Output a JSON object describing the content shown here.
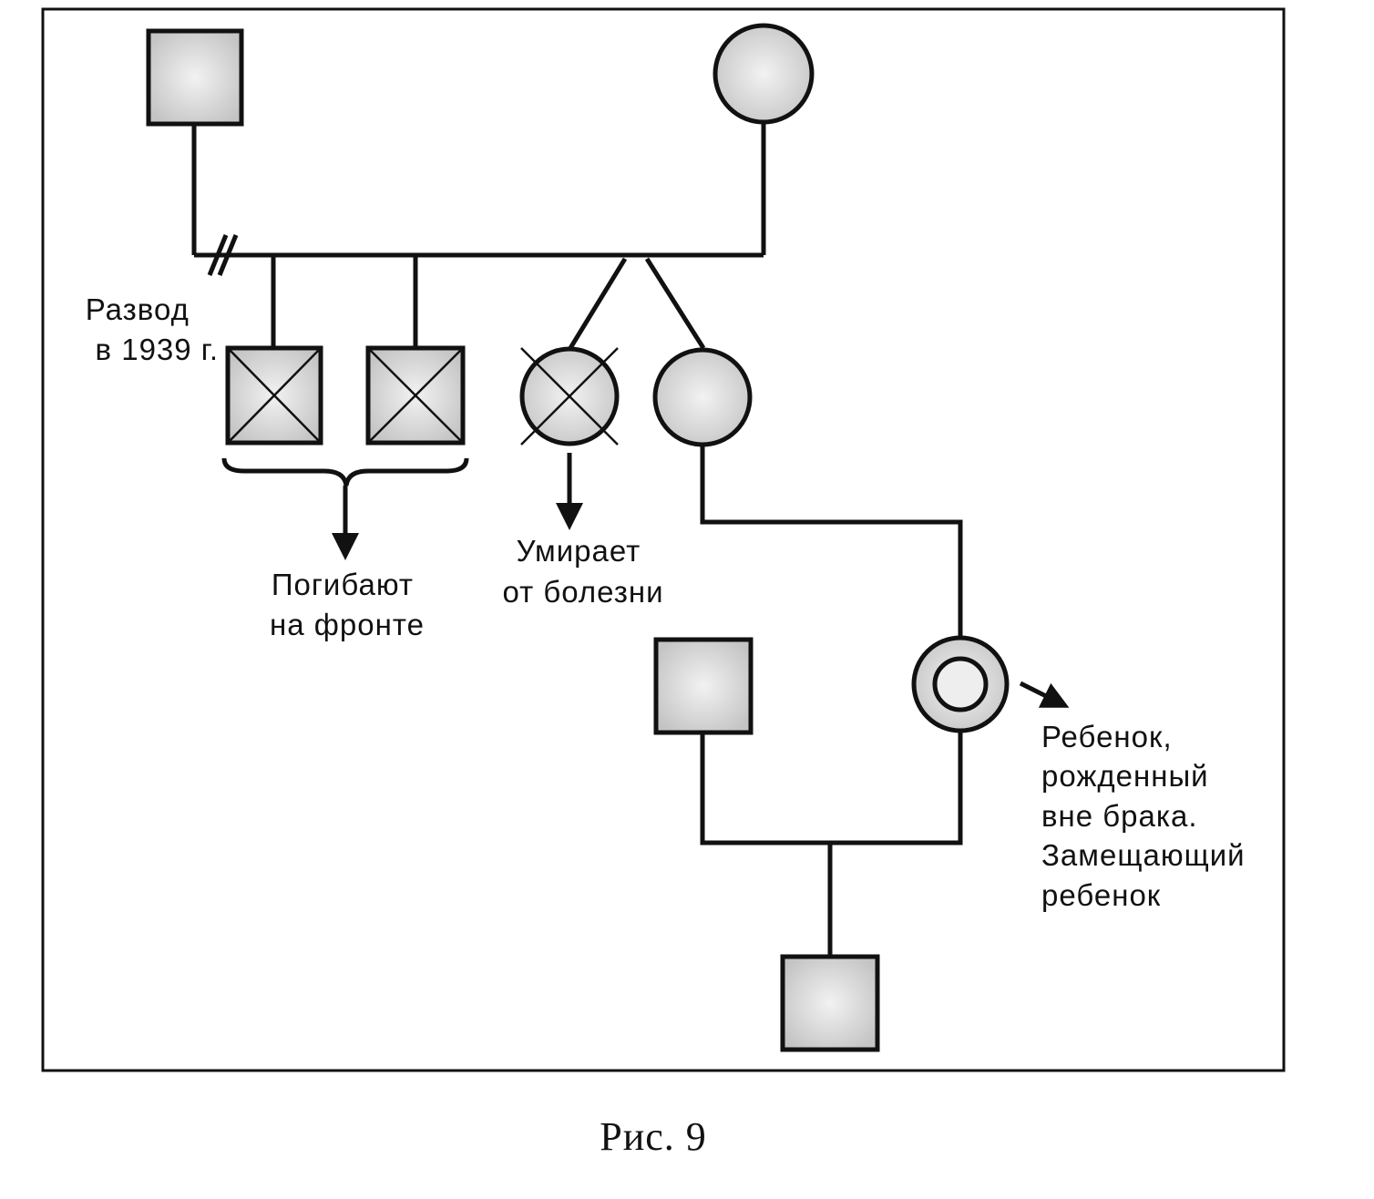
{
  "labels": {
    "divorce": [
      "Развод",
      "в 1939 г."
    ],
    "killed_at_front": [
      "Погибают",
      "на фронте"
    ],
    "died_of_illness": [
      "Умирает",
      "от болезни"
    ],
    "out_of_wedlock": [
      "Ребенок,",
      "рожденный",
      "вне брака.",
      "Замещающий",
      "ребенок"
    ]
  },
  "caption": "Рис. 9",
  "colors": {
    "stroke": "#111111",
    "fill_edge": "#c4c4c4",
    "fill_center": "#f2f2f2"
  }
}
